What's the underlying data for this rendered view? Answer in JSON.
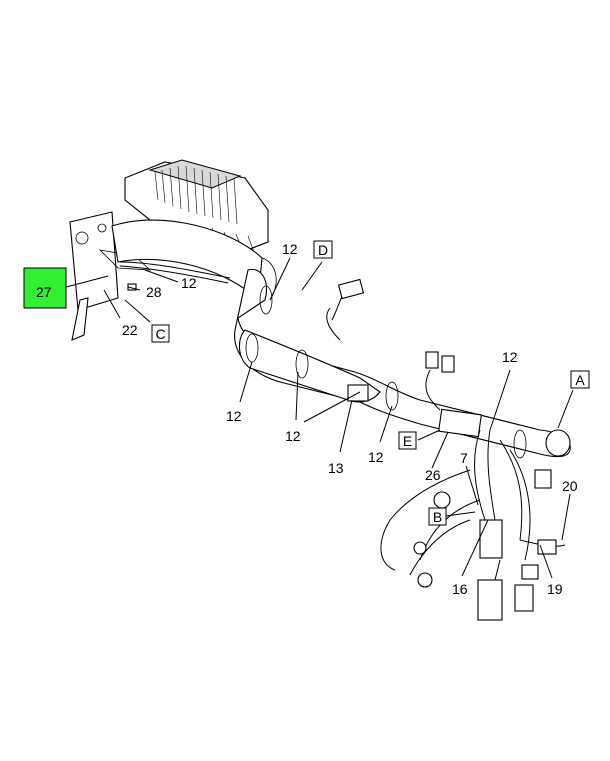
{
  "highlight_color": "#33ee33",
  "callouts": {
    "c27": "27",
    "c28": "28",
    "c22": "22",
    "c12a": "12",
    "c12b": "12",
    "c12c": "12",
    "c12d": "12",
    "c12e": "12",
    "c12f": "12",
    "c13": "13",
    "c26": "26",
    "c7": "7",
    "c16": "16",
    "c20": "20",
    "c19": "19"
  },
  "view_boxes": {
    "A": "A",
    "B": "B",
    "C": "C",
    "D": "D",
    "E": "E"
  }
}
